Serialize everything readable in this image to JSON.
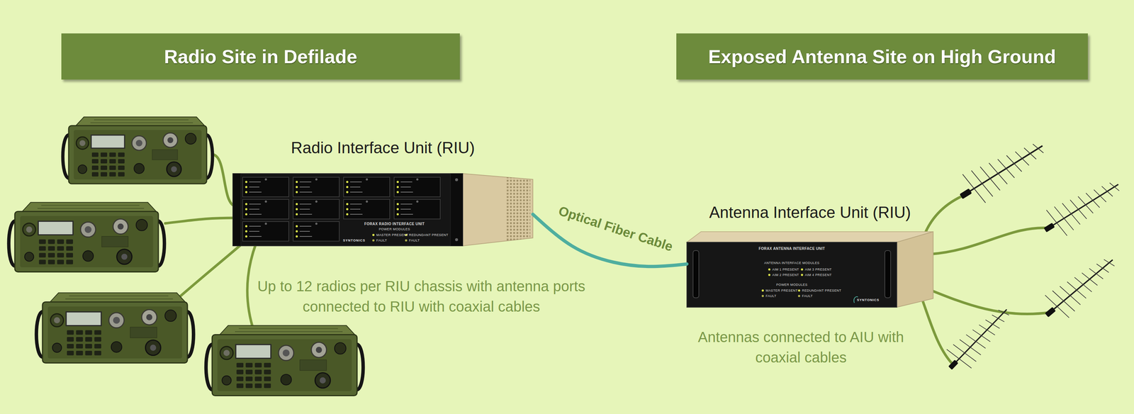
{
  "diagram": {
    "nodes": [
      {
        "text": [
          "Radio Site in Defilade"
        ]
      },
      {
        "text": [
          "Exposed Antenna Site on High Ground"
        ]
      },
      {
        "text": [
          "Radio Interface Unit (RIU)"
        ]
      },
      {
        "text": [
          "Antenna Interface Unit (RIU)"
        ]
      }
    ],
    "edges": [
      {
        "from": 2,
        "to": 3,
        "label": "Optical Fiber Cable",
        "arrow": "none"
      }
    ],
    "labels": [
      "FORAX RADIO INTERFACE UNIT",
      "POWER MODULES",
      "MASTER PRESENT",
      "REDUNDANT PRESENT",
      "FAULT",
      "FAULT",
      "SYNTONICS",
      "Up to 12 radios per RIU chassis with antenna ports connected to RIU with coaxial cables",
      "FORAX ANTENNA INTERFACE UNIT",
      "ANTENNA INTERFACE MODULES",
      "AIM 1 PRESENT",
      "AIM 2 PRESENT",
      "AIM 3 PRESENT",
      "AIM 4 PRESENT",
      "POWER MODULES",
      "MASTER PRESENT",
      "REDUNDANT PRESENT",
      "FAULT",
      "FAULT",
      "SYNTONICS",
      "Antennas connected to AIU with coaxial cables"
    ]
  }
}
